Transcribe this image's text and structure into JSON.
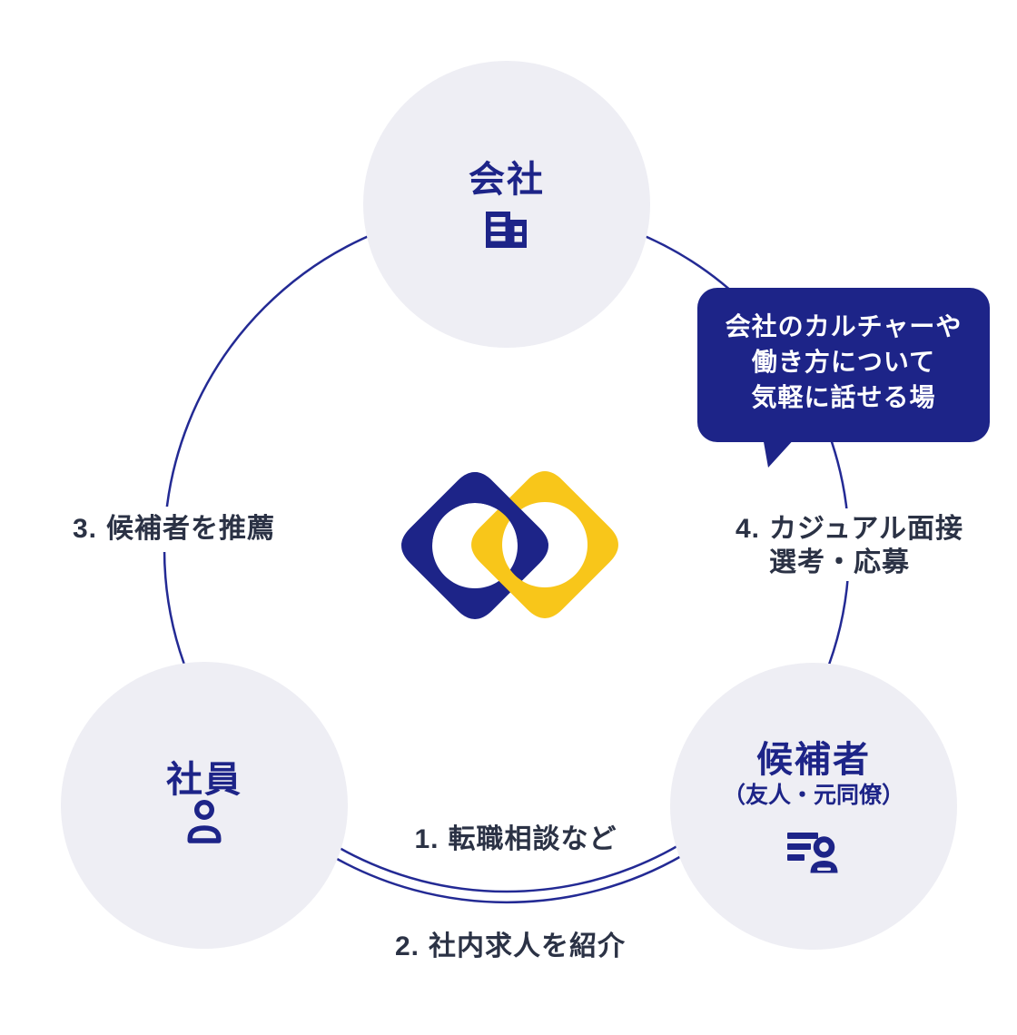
{
  "colors": {
    "navy": "#1d2488",
    "yellow": "#f8c61a",
    "node_circle_bg": "#eeeef4",
    "step_label_text": "#2b3245",
    "cycle_line": "#232a94",
    "bubble_bg": "#1d2488",
    "bubble_text": "#ffffff"
  },
  "nodes": {
    "company": {
      "label": "会社",
      "icon": "building-icon"
    },
    "employee": {
      "label": "社員",
      "icon": "person-icon"
    },
    "candidate": {
      "label": "候補者",
      "sublabel": "（友人・元同僚）",
      "icon": "person-list-icon"
    }
  },
  "steps": [
    {
      "num": "1.",
      "label": "転職相談など"
    },
    {
      "num": "2.",
      "label": "社内求人を紹介"
    },
    {
      "num": "3.",
      "label": "候補者を推薦"
    },
    {
      "num": "4.",
      "label": "カジュアル面接",
      "label2": "選考・応募"
    }
  ],
  "bubble": {
    "lines": [
      "会社のカルチャーや",
      "働き方について",
      "気軽に話せる場"
    ]
  },
  "logo": {
    "name": "interlocked-links-logo"
  }
}
